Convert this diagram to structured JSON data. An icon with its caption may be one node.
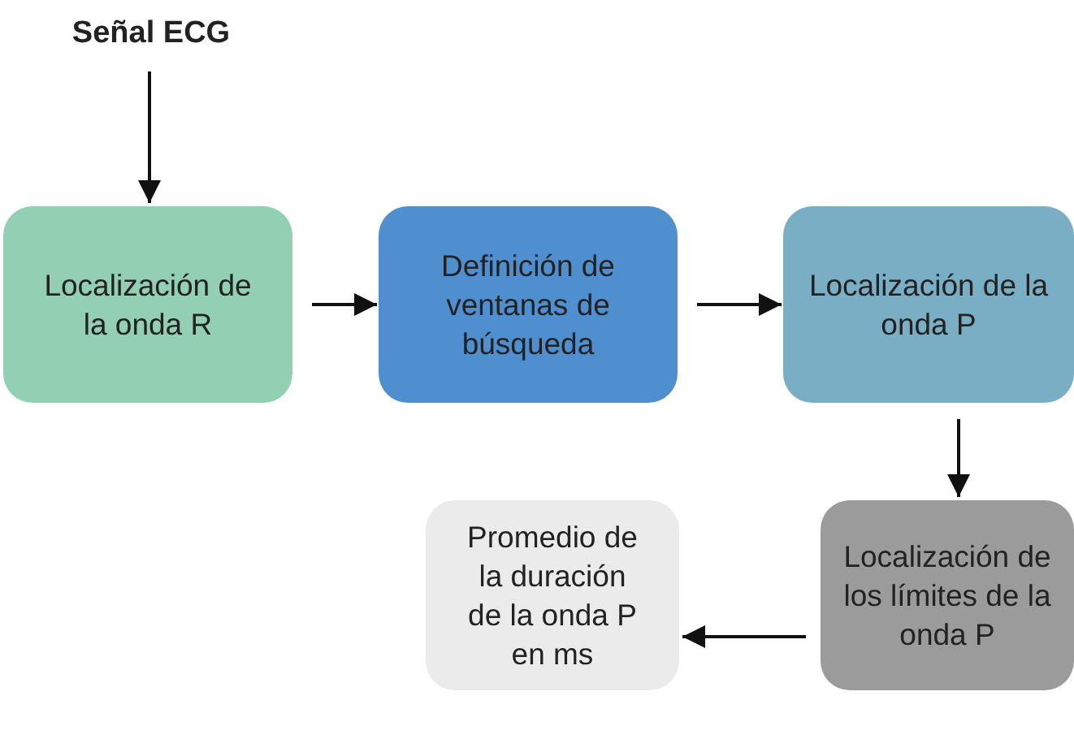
{
  "diagram": {
    "nodes": [
      {
        "text": [
          "Señal ECG"
        ]
      },
      {
        "text": [
          "Localización de la onda R"
        ]
      },
      {
        "text": [
          "Definición de ventanas de búsqueda"
        ]
      },
      {
        "text": [
          "Localización de la onda P"
        ]
      },
      {
        "text": [
          "Localización de los límites de la onda P"
        ]
      },
      {
        "text": [
          "Promedio de la duración de la onda P en ms"
        ]
      }
    ],
    "edges": [
      {
        "from": 0,
        "to": 1,
        "arrow": "to"
      },
      {
        "from": 1,
        "to": 2,
        "arrow": "to"
      },
      {
        "from": 2,
        "to": 3,
        "arrow": "to"
      },
      {
        "from": 3,
        "to": 4,
        "arrow": "to"
      },
      {
        "from": 4,
        "to": 5,
        "arrow": "to"
      }
    ]
  }
}
